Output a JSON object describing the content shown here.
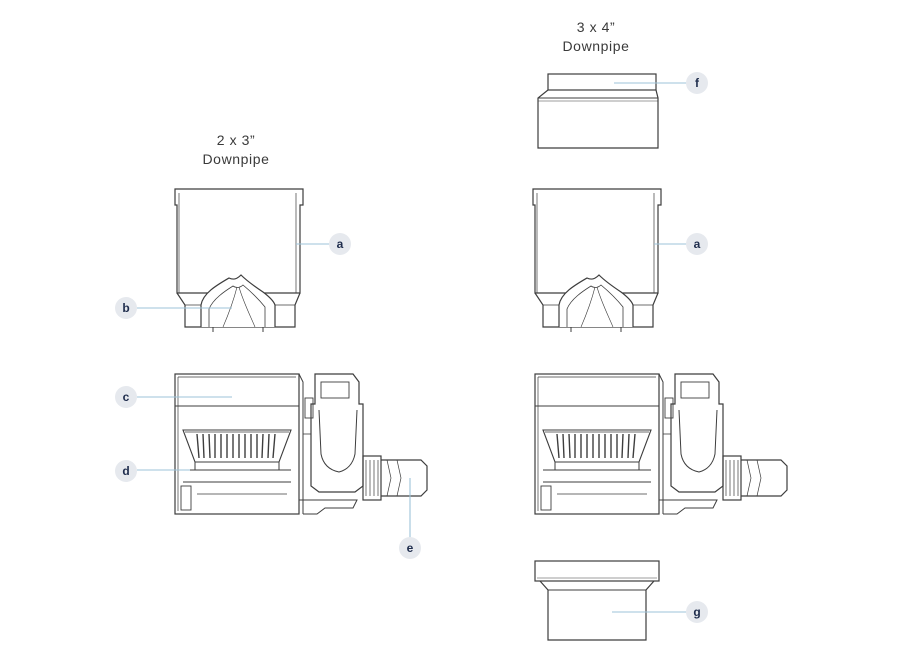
{
  "titles": {
    "left": {
      "line1": "2 x 3”",
      "line2": "Downpipe"
    },
    "right": {
      "line1": "3 x 4”",
      "line2": "Downpipe"
    }
  },
  "callouts": {
    "a": "a",
    "b": "b",
    "c": "c",
    "d": "d",
    "e": "e",
    "f": "f",
    "g": "g"
  },
  "colors": {
    "line": "#3d3d3d",
    "leader": "#9dc3d8",
    "badge_bg": "#e6e9ee",
    "badge_text": "#1f2d4d"
  }
}
